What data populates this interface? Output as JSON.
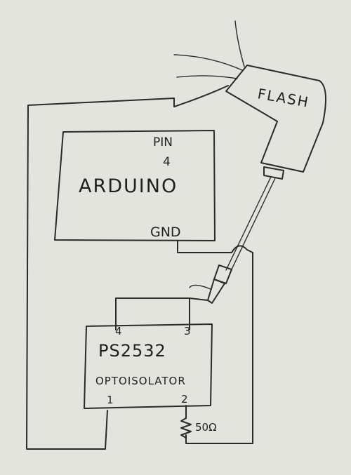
{
  "diagram": {
    "arduino": {
      "label": "ARDUINO",
      "pin_label": "PIN",
      "pin_number": "4",
      "gnd_label": "GND"
    },
    "flash": {
      "label": "FLASH"
    },
    "optoisolator": {
      "part": "PS2532",
      "label": "OPTOISOLATOR",
      "pins": {
        "p1": "1",
        "p2": "2",
        "p3": "3",
        "p4": "4"
      }
    },
    "resistor": {
      "value": "50Ω"
    }
  }
}
